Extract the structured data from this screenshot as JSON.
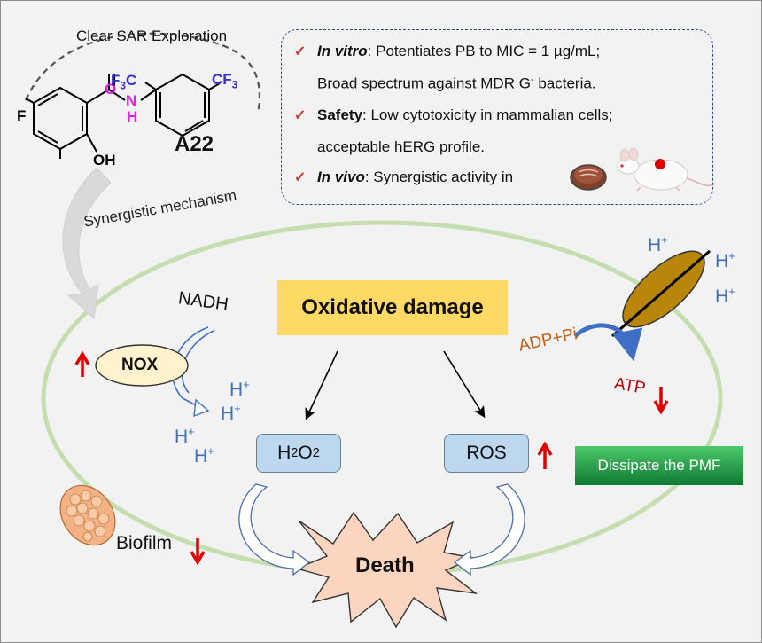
{
  "sar_title": "Clear SAR Exploration",
  "compound": {
    "name": "A22",
    "atoms": {
      "F": "F",
      "OH": "OH",
      "O": "O",
      "N": "N",
      "H": "H",
      "cf3_left_text": "F",
      "cf3_left_sub": "3",
      "cf3_left_c": "C",
      "cf3_right_text": "CF",
      "cf3_right_sub": "3"
    }
  },
  "info": {
    "line1_label": "In vitro",
    "line1_text": ": Potentiates PB to MIC = 1 µg/mL;",
    "line2_text": "Broad spectrum against MDR G",
    "line2_sup": "-",
    "line2_end": " bacteria.",
    "line3_label": "Safety",
    "line3_text": ": Low cytotoxicity in mammalian cells;",
    "line4_text": "acceptable hERG profile.",
    "line5_label": "In vivo",
    "line5_text": ": Synergistic activity in",
    "check_glyph": "✓"
  },
  "mechanism_label": "Synergistic mechanism",
  "oxidative": "Oxidative damage",
  "nadh": "NADH",
  "nox": "NOX",
  "h2o2": {
    "main": "H",
    "sub1": "2",
    "mid": "O",
    "sub2": "2"
  },
  "ros": "ROS",
  "death": "Death",
  "biofilm": "Biofilm",
  "adp": "ADP+Pi",
  "atp": "ATP",
  "pmf": "Dissipate the PMF",
  "h_ion": {
    "base": "H",
    "sup": "+"
  },
  "colors": {
    "cell": "#c5deb0",
    "yellow": "#ffd966",
    "red_arrow": "#e00000",
    "blue_h": "#3e6fc4",
    "adp": "#c55a11",
    "atp": "#c00000",
    "death_fill": "#fbd5c0",
    "atp_synthase": "#b8860b"
  }
}
